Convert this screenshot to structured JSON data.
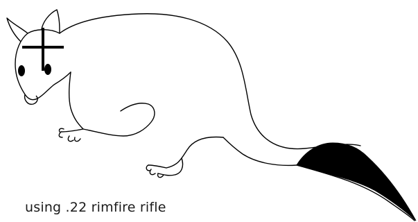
{
  "figure": {
    "subject": "possum-outline",
    "marker": "crosshair-aim-point",
    "caption": "using .22 rimfire rifle"
  },
  "colors": {
    "line": "#000000",
    "background": "#ffffff",
    "caption_text": "#1a1a1a"
  }
}
